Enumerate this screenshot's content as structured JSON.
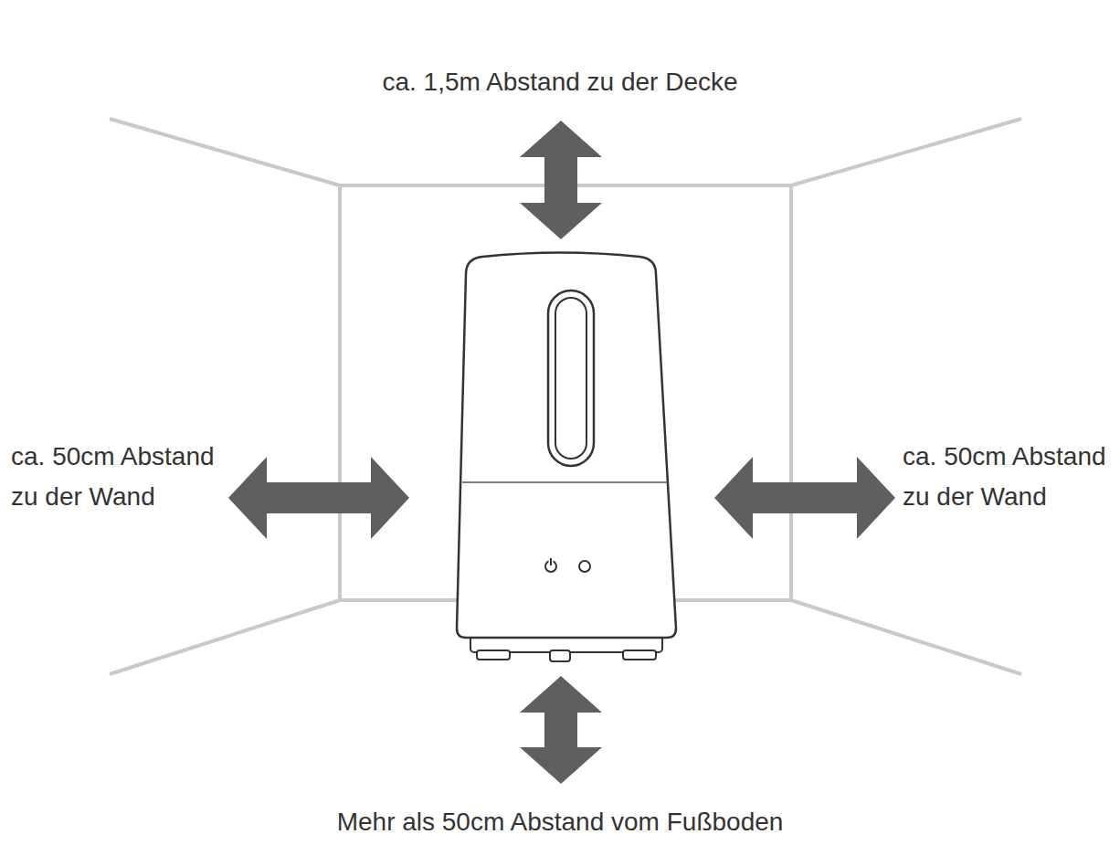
{
  "diagram": {
    "labels": [
      "ca. 1,5m Abstand zu der Decke",
      "ca. 50cm Abstand zu der Wand",
      "ca. 50cm Abstand zu der Wand",
      "Mehr als 50cm Abstand vom Fußboden"
    ]
  }
}
